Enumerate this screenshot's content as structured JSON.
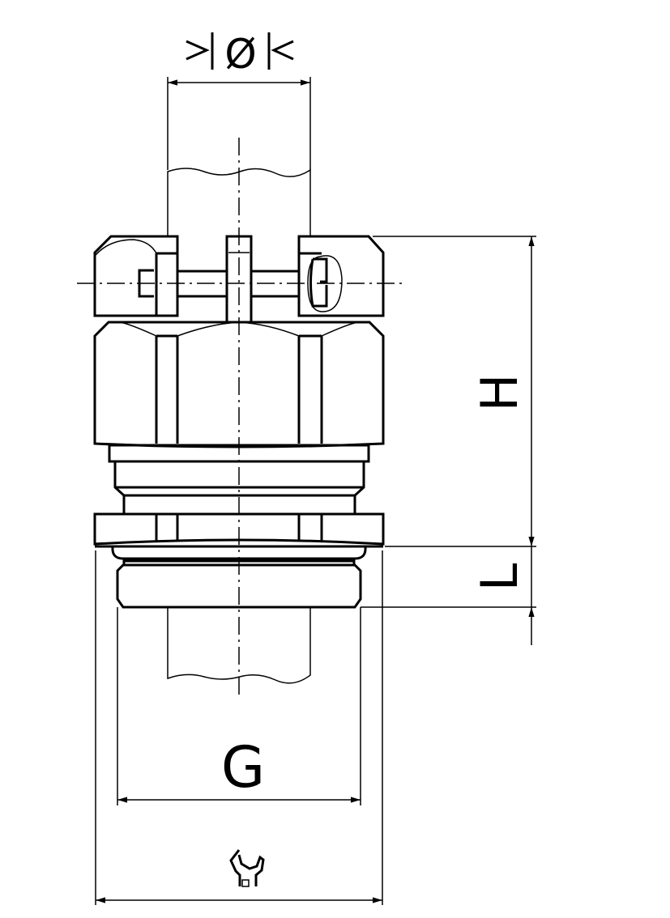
{
  "labels": {
    "diameter": "Ø",
    "height": "H",
    "length": "L",
    "thread": "G",
    "wrench": "wrench-size-icon"
  },
  "colors": {
    "line": "#000000",
    "background": "#ffffff"
  }
}
